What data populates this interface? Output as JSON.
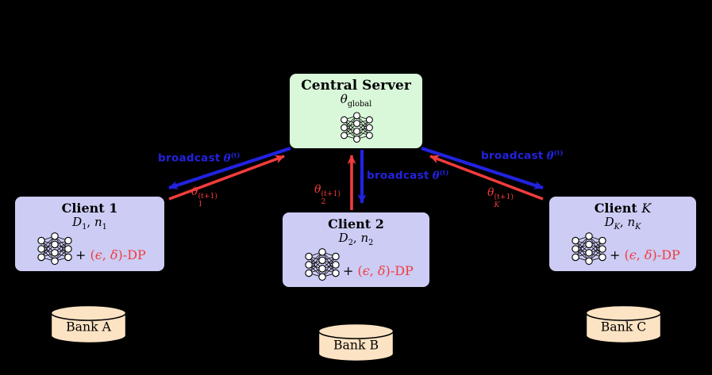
{
  "colors": {
    "background": "#000000",
    "server_fill": "#d9f7d9",
    "client_fill": "#ccccf5",
    "bank_fill": "#fce3c4",
    "broadcast_blue": "#2222e0",
    "upload_red": "#f23c3c",
    "border": "#000000"
  },
  "server": {
    "title": "Central Server",
    "theta": "θ",
    "theta_sub": "global"
  },
  "broadcast": {
    "word": "broadcast",
    "theta": "θ",
    "sup": "(t)"
  },
  "uploads": [
    {
      "theta": "θ",
      "sub": "1",
      "sup": "(t+1)"
    },
    {
      "theta": "θ",
      "sub": "2",
      "sup": "(t+1)"
    },
    {
      "theta": "θ",
      "sub": "K",
      "sup": "(t+1)"
    }
  ],
  "clients": [
    {
      "word": "Client",
      "index": "1",
      "d": "D",
      "d_sub": "1",
      "sep": ", ",
      "n": "n",
      "n_sub": "1"
    },
    {
      "word": "Client",
      "index": "2",
      "d": "D",
      "d_sub": "2",
      "sep": ", ",
      "n": "n",
      "n_sub": "2"
    },
    {
      "word": "Client",
      "index": "K",
      "d": "D",
      "d_sub": "K",
      "sep": ", ",
      "n": "n",
      "n_sub": "K"
    }
  ],
  "dp": {
    "plus": "+ ",
    "open": "(",
    "epsilon": "ϵ",
    "comma": ", ",
    "delta": "δ",
    "close": ")",
    "suffix": "-DP"
  },
  "banks": [
    {
      "label": "Bank A"
    },
    {
      "label": "Bank B"
    },
    {
      "label": "Bank C"
    }
  ],
  "icons": {
    "nn": "neural-network-icon",
    "bank": "database-cylinder-icon"
  }
}
